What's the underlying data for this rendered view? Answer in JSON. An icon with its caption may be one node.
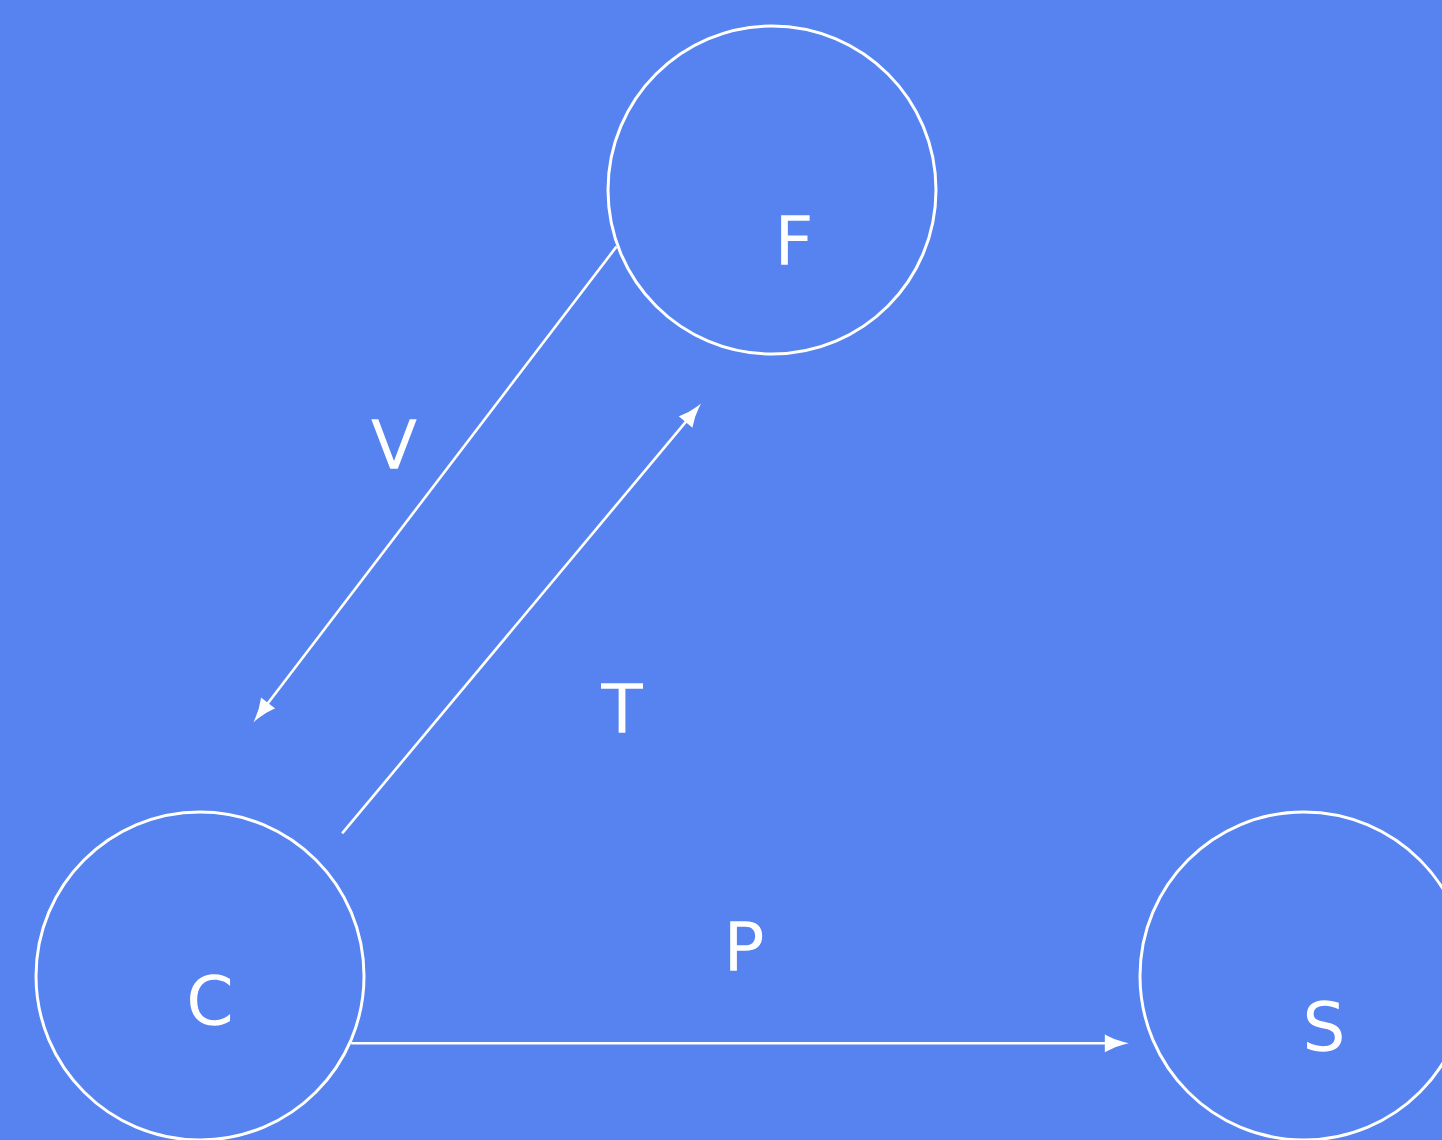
{
  "diagram": {
    "nodes": [
      {
        "text": [
          "F"
        ]
      },
      {
        "text": [
          "C"
        ]
      },
      {
        "text": [
          "S"
        ]
      }
    ],
    "edges": [
      {
        "from": 0,
        "to": 1,
        "arrow": "to",
        "label": "V"
      },
      {
        "from": 1,
        "to": 0,
        "arrow": "to",
        "label": "T"
      },
      {
        "from": 1,
        "to": 2,
        "arrow": "to",
        "label": "P"
      }
    ]
  }
}
